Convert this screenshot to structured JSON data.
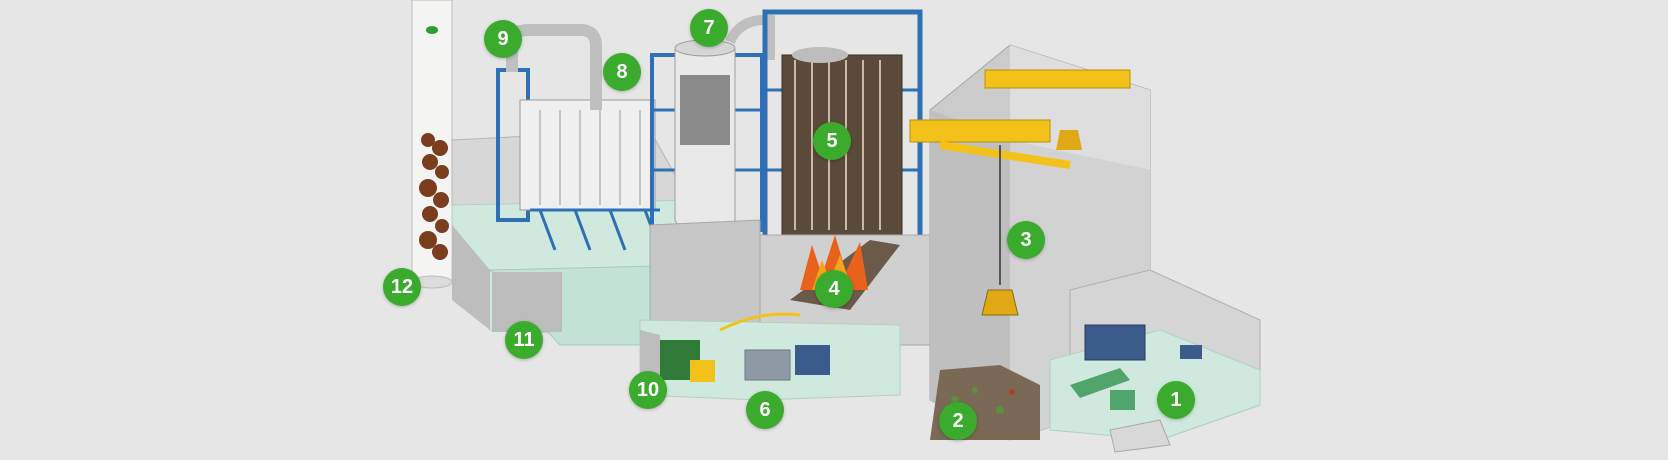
{
  "colors": {
    "background": "#e6e6e6",
    "marker": "#3aab2c",
    "marker_text": "#ffffff",
    "steel_frame": "#2f6fb5",
    "crane": "#f2c21a",
    "floor": "#cfe9df",
    "wall": "#c9c9c9",
    "flame": "#e8621c"
  },
  "markers": [
    {
      "number": "1"
    },
    {
      "number": "2"
    },
    {
      "number": "3"
    },
    {
      "number": "4"
    },
    {
      "number": "5"
    },
    {
      "number": "6"
    },
    {
      "number": "7"
    },
    {
      "number": "8"
    },
    {
      "number": "9"
    },
    {
      "number": "10"
    },
    {
      "number": "11"
    },
    {
      "number": "12"
    }
  ]
}
